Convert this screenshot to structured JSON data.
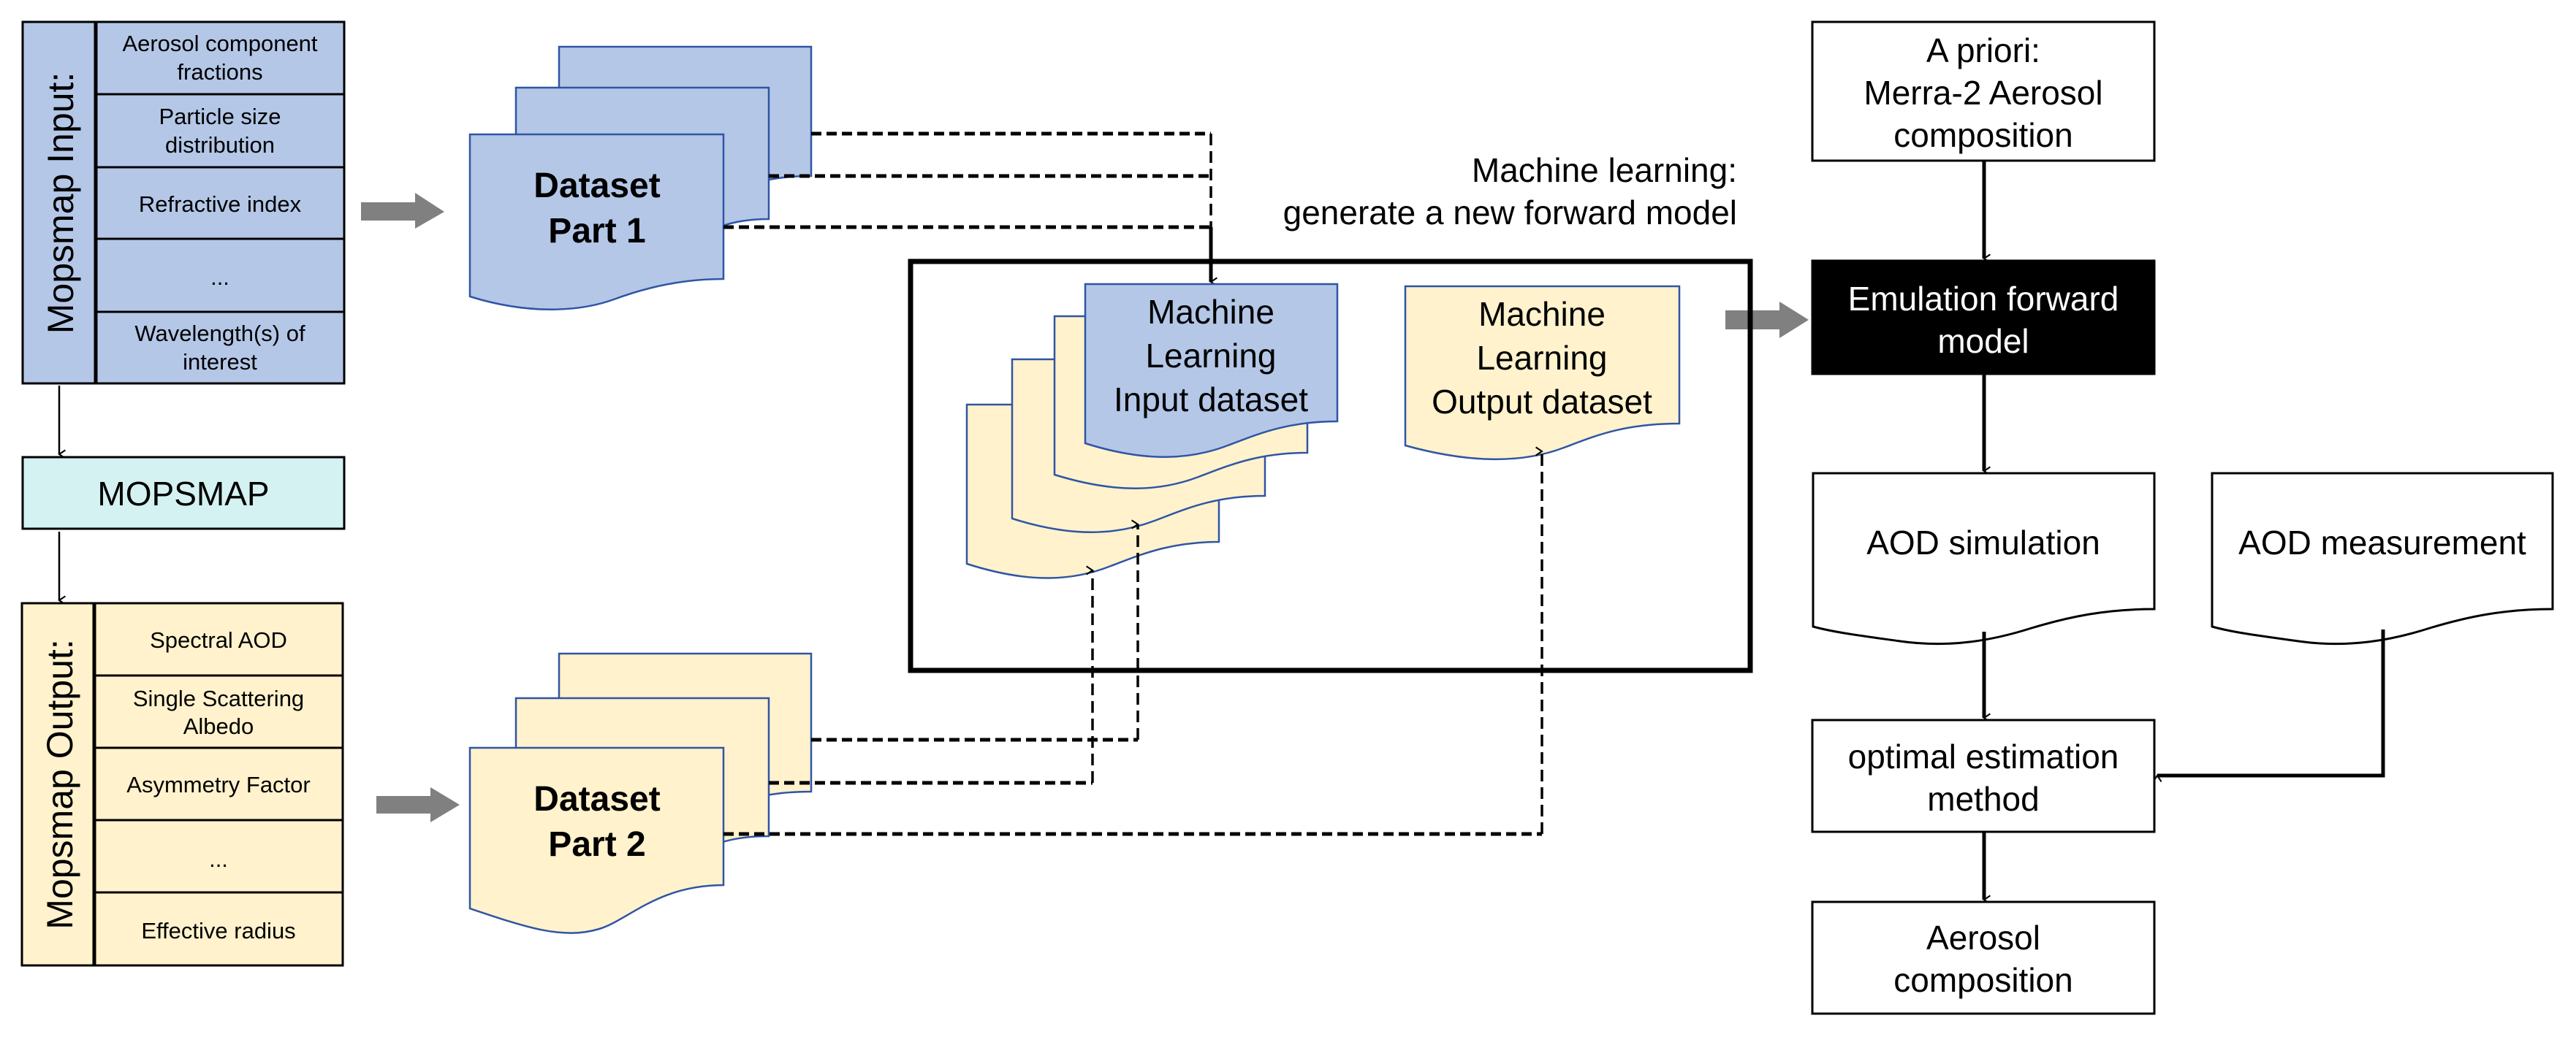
{
  "colors": {
    "input_fill": "#B4C7E7",
    "output_fill": "#FFF2CC",
    "mopsmap_fill": "#D5F2F2",
    "sheet_outline": "#2F55A4",
    "emulation_fill": "#000000",
    "block_arrow": "#808080"
  },
  "mopsmap_input": {
    "label": "Mopsmap Input:",
    "rows": [
      [
        "Aerosol component",
        "fractions"
      ],
      [
        "Particle size",
        "distribution"
      ],
      [
        "Refractive index"
      ],
      [
        "..."
      ],
      [
        "Wavelength(s) of",
        "interest"
      ]
    ]
  },
  "mopsmap_box": {
    "label": "MOPSMAP"
  },
  "mopsmap_output": {
    "label": "Mopsmap Output:",
    "rows": [
      [
        "Spectral AOD"
      ],
      [
        "Single Scattering",
        "Albedo"
      ],
      [
        "Asymmetry Factor"
      ],
      [
        "..."
      ],
      [
        "Effective radius"
      ]
    ]
  },
  "dataset_part1": {
    "line1": "Dataset",
    "line2": "Part 1"
  },
  "dataset_part2": {
    "line1": "Dataset",
    "line2": "Part 2"
  },
  "ml_section": {
    "caption_line1": "Machine learning:",
    "caption_line2": "generate a new forward model",
    "input_dataset": {
      "line1": "Machine",
      "line2": "Learning",
      "line3": "Input dataset"
    },
    "output_dataset": {
      "line1": "Machine",
      "line2": "Learning",
      "line3": "Output dataset"
    }
  },
  "retrieval": {
    "a_priori": {
      "line1": "A priori:",
      "line2": "Merra-2 Aerosol",
      "line3": "composition"
    },
    "emulation": {
      "line1": "Emulation forward",
      "line2": "model"
    },
    "aod_simulation": {
      "label": "AOD simulation"
    },
    "aod_measurement": {
      "label": "AOD measurement"
    },
    "optimal_estimation": {
      "line1": "optimal estimation",
      "line2": "method"
    },
    "aerosol_composition": {
      "line1": "Aerosol",
      "line2": "composition"
    }
  }
}
